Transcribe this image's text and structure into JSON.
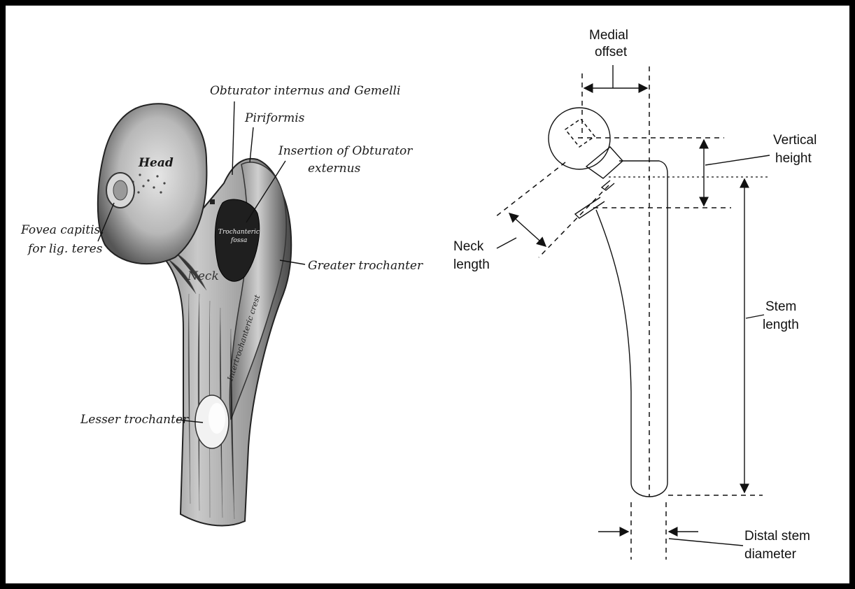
{
  "anatomy": {
    "labels": {
      "head": "Head",
      "neck": "Neck",
      "obturator_gemelli": "Obturator internus and Gemelli",
      "piriformis": "Piriformis",
      "obturator_externus_1": "Insertion of Obturator",
      "obturator_externus_2": "externus",
      "fovea_1": "Fovea capitis,",
      "fovea_2": "for lig. teres",
      "greater_trochanter": "Greater trochanter",
      "lesser_trochanter": "Lesser trochanter",
      "trochanteric_fossa_1": "Trochanteric",
      "trochanteric_fossa_2": "fossa",
      "intertrochanteric_crest": "Intertrochanteric crest"
    }
  },
  "implant": {
    "labels": {
      "medial_offset_1": "Medial",
      "medial_offset_2": "offset",
      "vertical_height_1": "Vertical",
      "vertical_height_2": "height",
      "neck_length_1": "Neck",
      "neck_length_2": "length",
      "stem_length_1": "Stem",
      "stem_length_2": "length",
      "distal_stem_1": "Distal stem",
      "distal_stem_2": "diameter"
    }
  }
}
